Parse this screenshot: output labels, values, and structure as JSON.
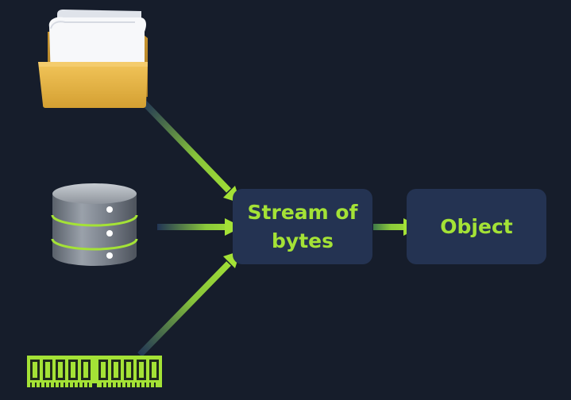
{
  "diagram": {
    "stream_box": {
      "label": "Stream of bytes"
    },
    "object_box": {
      "label": "Object"
    },
    "sources": [
      {
        "name": "file-folder",
        "icon": "folder-icon"
      },
      {
        "name": "database",
        "icon": "database-icon"
      },
      {
        "name": "memory",
        "icon": "ram-icon"
      }
    ],
    "colors": {
      "background": "#161d2b",
      "box_fill": "#243352",
      "accent_green": "#a4e236",
      "arrow_tail": "#233a5c"
    }
  }
}
